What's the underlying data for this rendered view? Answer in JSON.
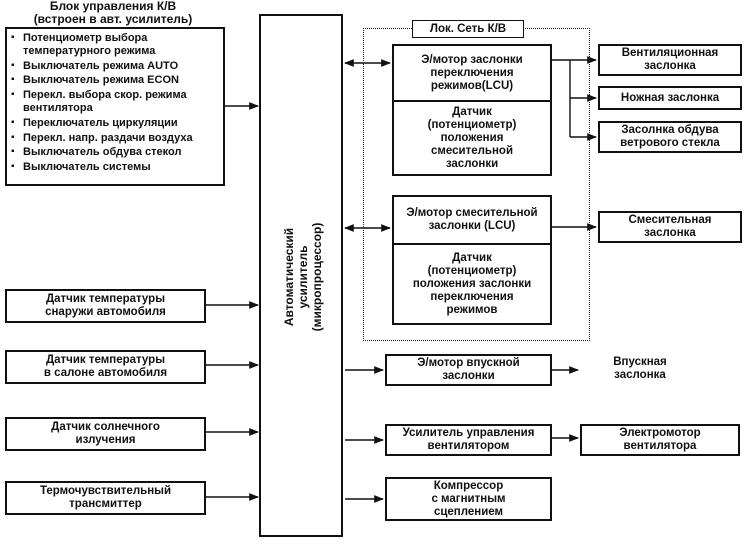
{
  "control_unit": {
    "title": "Блок управления К/В\n(встроен в авт. усилитель)",
    "items": [
      "Потенциометр выбора температурного режима",
      "Выключатель режима AUTO",
      "Выключатель режима ECON",
      "Перекл. выбора скор. режима вентилятора",
      "Переключатель циркуляции",
      "Перекл. напр. раздачи воздуха",
      "Выключатель обдува стекол",
      "Выключатель системы"
    ]
  },
  "sensors": {
    "outside_temp": "Датчик температуры\nснаружи автомобиля",
    "cabin_temp": "Датчик температуры\nв салоне автомобиля",
    "solar": "Датчик солнечного\nизлучения",
    "thermo_transmitter": "Термочувствительный\nтрансмиттер"
  },
  "amplifier": {
    "label": "Автоматический\nусилитель\n(микропроцессор)"
  },
  "lan": {
    "label": "Лок. Сеть К/В",
    "mode_motor": "Э/мотор заслонки\nпереключения\nрежимов(LCU)",
    "mix_sensor": "Датчик\n(потенциометр)\nположения\nсмесительной\nзаслонки",
    "mix_motor": "Э/мотор смесительной\nзаслонки (LCU)",
    "mode_sensor": "Датчик\n(потенциометр)\nположения заслонки\nпереключения\nрежимов"
  },
  "outputs": {
    "intake_motor": "Э/мотор впускной\nзаслонки",
    "blower_amp": "Усилитель управления\nвентилятором",
    "compressor": "Компрессор\nс магнитным\nсцеплением"
  },
  "dampers": {
    "vent": "Вентиляционная\nзаслонка",
    "foot": "Ножная заслонка",
    "defrost": "Засолнка обдува\nветрового стекла",
    "mix": "Смесительная\nзаслонка",
    "intake": "Впускная\nзаслонка",
    "blower_motor": "Электромотор\nвентилятора"
  }
}
